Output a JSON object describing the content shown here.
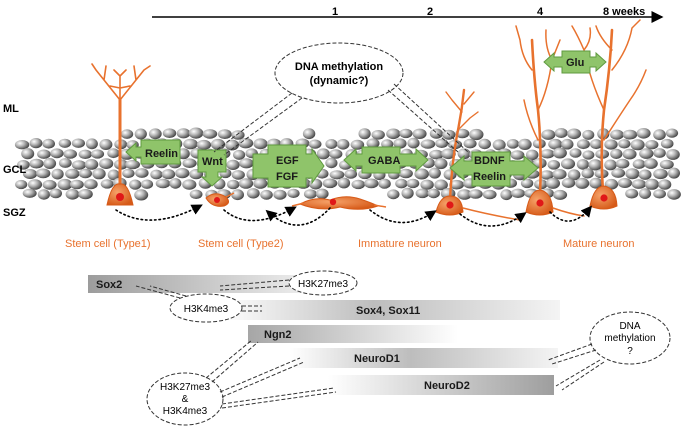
{
  "timeline": {
    "ticks": [
      "1",
      "2",
      "4",
      "8 weeks"
    ]
  },
  "layers": [
    "ML",
    "GCL",
    "SGZ"
  ],
  "cell_stages": [
    "Stem cell (Type1)",
    "Stem cell (Type2)",
    "Immature neuron",
    "Mature neuron"
  ],
  "signals": {
    "reelin": "Reelin",
    "wnt": "Wnt",
    "egf": "EGF",
    "fgf": "FGF",
    "gaba": "GABA",
    "bdnf": "BDNF",
    "reelin2": "Reelin",
    "glu": "Glu"
  },
  "bubbles": {
    "dna_methylation_top_1": "DNA methylation",
    "dna_methylation_top_2": "(dynamic?)",
    "h3k27me3": "H3K27me3",
    "h3k4me3": "H3K4me3",
    "dna_methylation_right_1": "DNA",
    "dna_methylation_right_2": "methylation",
    "dna_methylation_right_3": "?",
    "bivalent_1": "H3K27me3",
    "bivalent_2": "&",
    "bivalent_3": "H3K4me3"
  },
  "genes": [
    "Sox2",
    "Sox4, Sox11",
    "Ngn2",
    "NeuroD1",
    "NeuroD2"
  ],
  "colors": {
    "neuron": "#e8722e",
    "neuron_label": "#e8722e",
    "nucleus": "#e01818",
    "signal_box": "#8fc46a",
    "signal_box_border": "#5f9a3f",
    "gene_bar": "#b9b9b9"
  }
}
